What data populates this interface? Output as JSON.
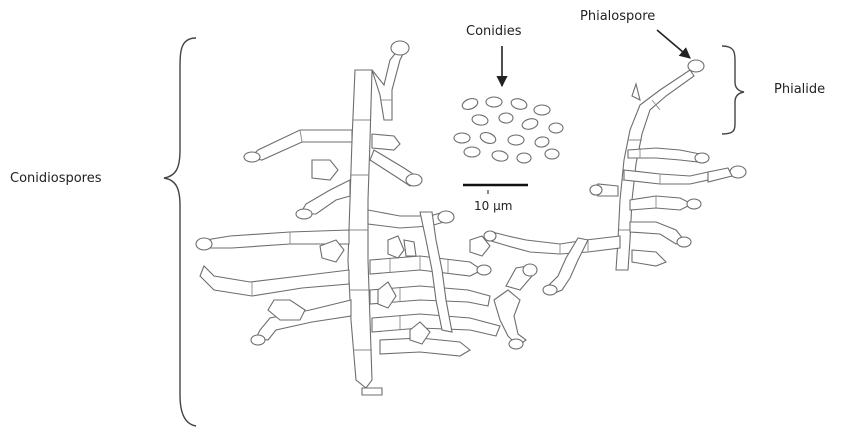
{
  "labels": {
    "conidiospores": "Conidiospores",
    "conidies": "Conidies",
    "phialospore": "Phialospore",
    "phialide": "Phialide",
    "scale": "10 µm"
  },
  "colors": {
    "line": "#6e6e6e",
    "arrow": "#222222",
    "scale_bar": "#111111"
  }
}
